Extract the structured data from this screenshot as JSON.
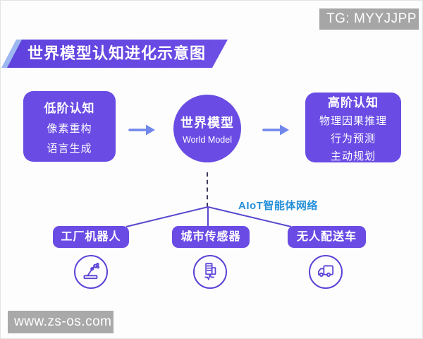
{
  "header": {
    "tg_badge": "TG: MYYJJPP",
    "title": "世界模型认知进化示意图"
  },
  "flow": {
    "low_cognition": {
      "title": "低阶认知",
      "items": [
        "像素重构",
        "语言生成"
      ]
    },
    "world_model": {
      "title": "世界模型",
      "subtitle": "World Model"
    },
    "high_cognition": {
      "title": "高阶认知",
      "items": [
        "物理因果推理",
        "行为预测",
        "主动规划"
      ]
    }
  },
  "network": {
    "label": "AIoT智能体网络",
    "nodes": [
      {
        "label": "工厂机器人",
        "icon": "robot-arm-icon"
      },
      {
        "label": "城市传感器",
        "icon": "city-building-sensor-icon"
      },
      {
        "label": "无人配送车",
        "icon": "delivery-truck-icon"
      }
    ]
  },
  "footer": {
    "watermark": "www.zs-os.com"
  },
  "colors": {
    "primary_purple": "#6a4ce4",
    "arrow_blue": "#7187ea",
    "aiot_label_blue": "#2590d9",
    "connector_purple": "#5747cf",
    "dotted_connector_dark": "#3e3c5e",
    "badge_gray": "#a6a6a6",
    "icon_stroke_purple": "#5b43d6",
    "banner_stripe_blue": "#9db7f0"
  }
}
